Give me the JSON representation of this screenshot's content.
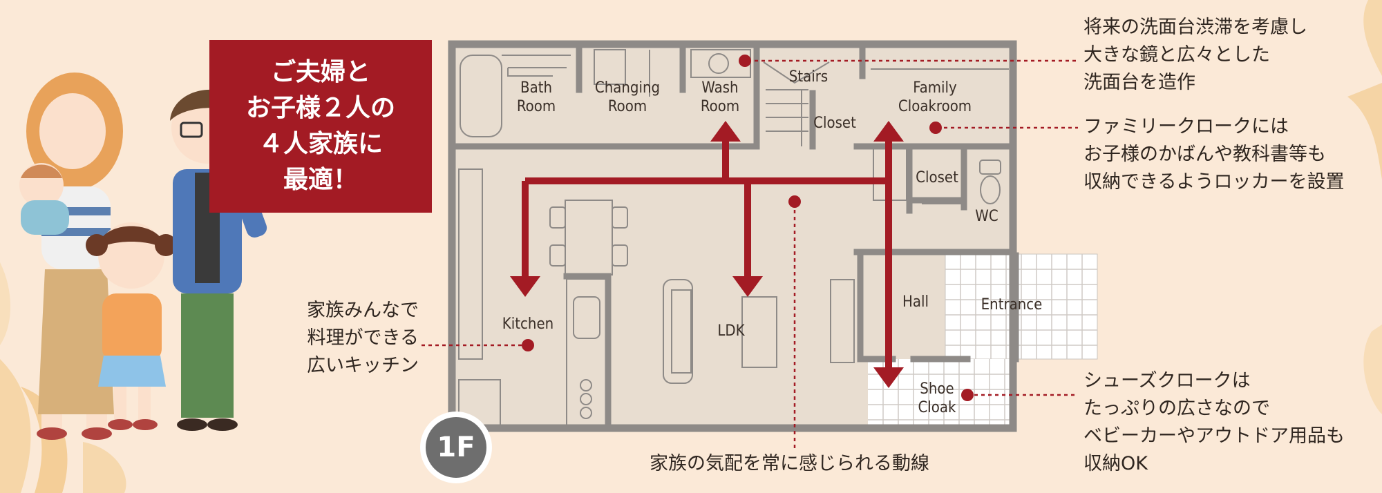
{
  "badge": {
    "text": "ご夫婦と\nお子様２人の\n４人家族に\n最適！"
  },
  "floor_badge": "1F",
  "rooms": {
    "bath": "Bath\nRoom",
    "changing": "Changing\nRoom",
    "wash": "Wash\nRoom",
    "stairs": "Stairs",
    "closet_upper": "Closet",
    "family_cloak": "Family\nCloakroom",
    "closet_lower": "Closet",
    "wc": "WC",
    "kitchen": "Kitchen",
    "ldk": "LDK",
    "hall": "Hall",
    "entrance": "Entrance",
    "shoe_cloak": "Shoe\nCloak"
  },
  "notes": {
    "wash": "将来の洗面台渋滞を考慮し\n大きな鏡と広々とした\n洗面台を造作",
    "family_cloak": "ファミリークロークには\nお子様のかばんや教科書等も\n収納できるようロッカーを設置",
    "kitchen": "家族みんなで\n料理ができる\n広いキッチン",
    "ldk": "家族の気配を常に感じられる動線",
    "shoe_cloak": "シューズクロークは\nたっぷりの広さなので\nベビーカーやアウトドア用品も\n収納OK"
  },
  "colors": {
    "accent_red": "#a31b24",
    "floor_fill": "#e8ddd0",
    "wall": "#8e8a87",
    "background": "#fbe9d7"
  }
}
